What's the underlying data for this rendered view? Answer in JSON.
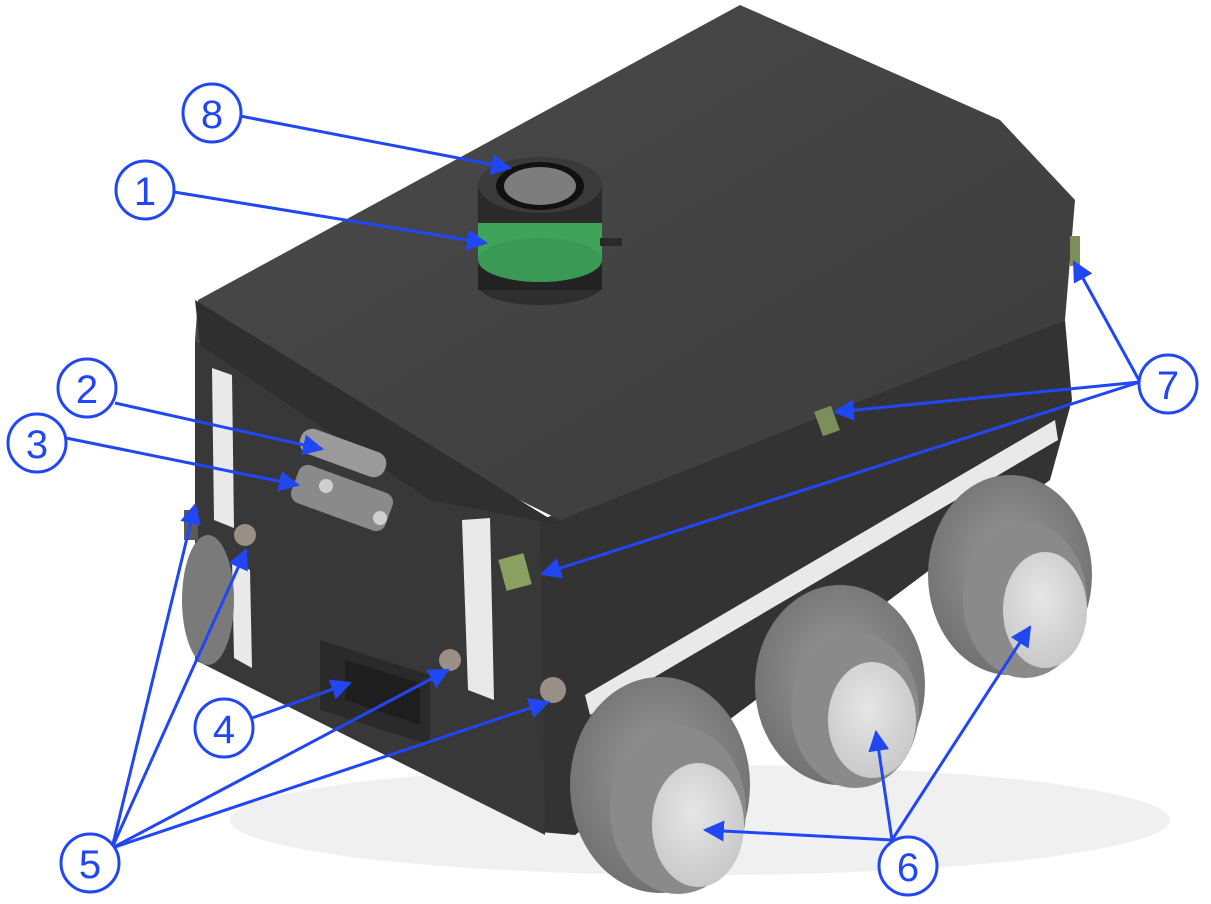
{
  "figure": {
    "subject": "robot-render",
    "colors": {
      "callout": "#2147f5",
      "body_dark": "#3a3a3a",
      "body_top": "#464646",
      "lidar_green": "#3fa35a",
      "wheel_tire": "#8e8e8e",
      "wheel_hub": "#d3d3d3",
      "stripe": "#e9e9e9"
    },
    "callouts": [
      {
        "id": "c1",
        "label": "1"
      },
      {
        "id": "c2",
        "label": "2"
      },
      {
        "id": "c3",
        "label": "3"
      },
      {
        "id": "c4",
        "label": "4"
      },
      {
        "id": "c5",
        "label": "5"
      },
      {
        "id": "c6",
        "label": "6"
      },
      {
        "id": "c7",
        "label": "7"
      },
      {
        "id": "c8",
        "label": "8"
      }
    ]
  }
}
